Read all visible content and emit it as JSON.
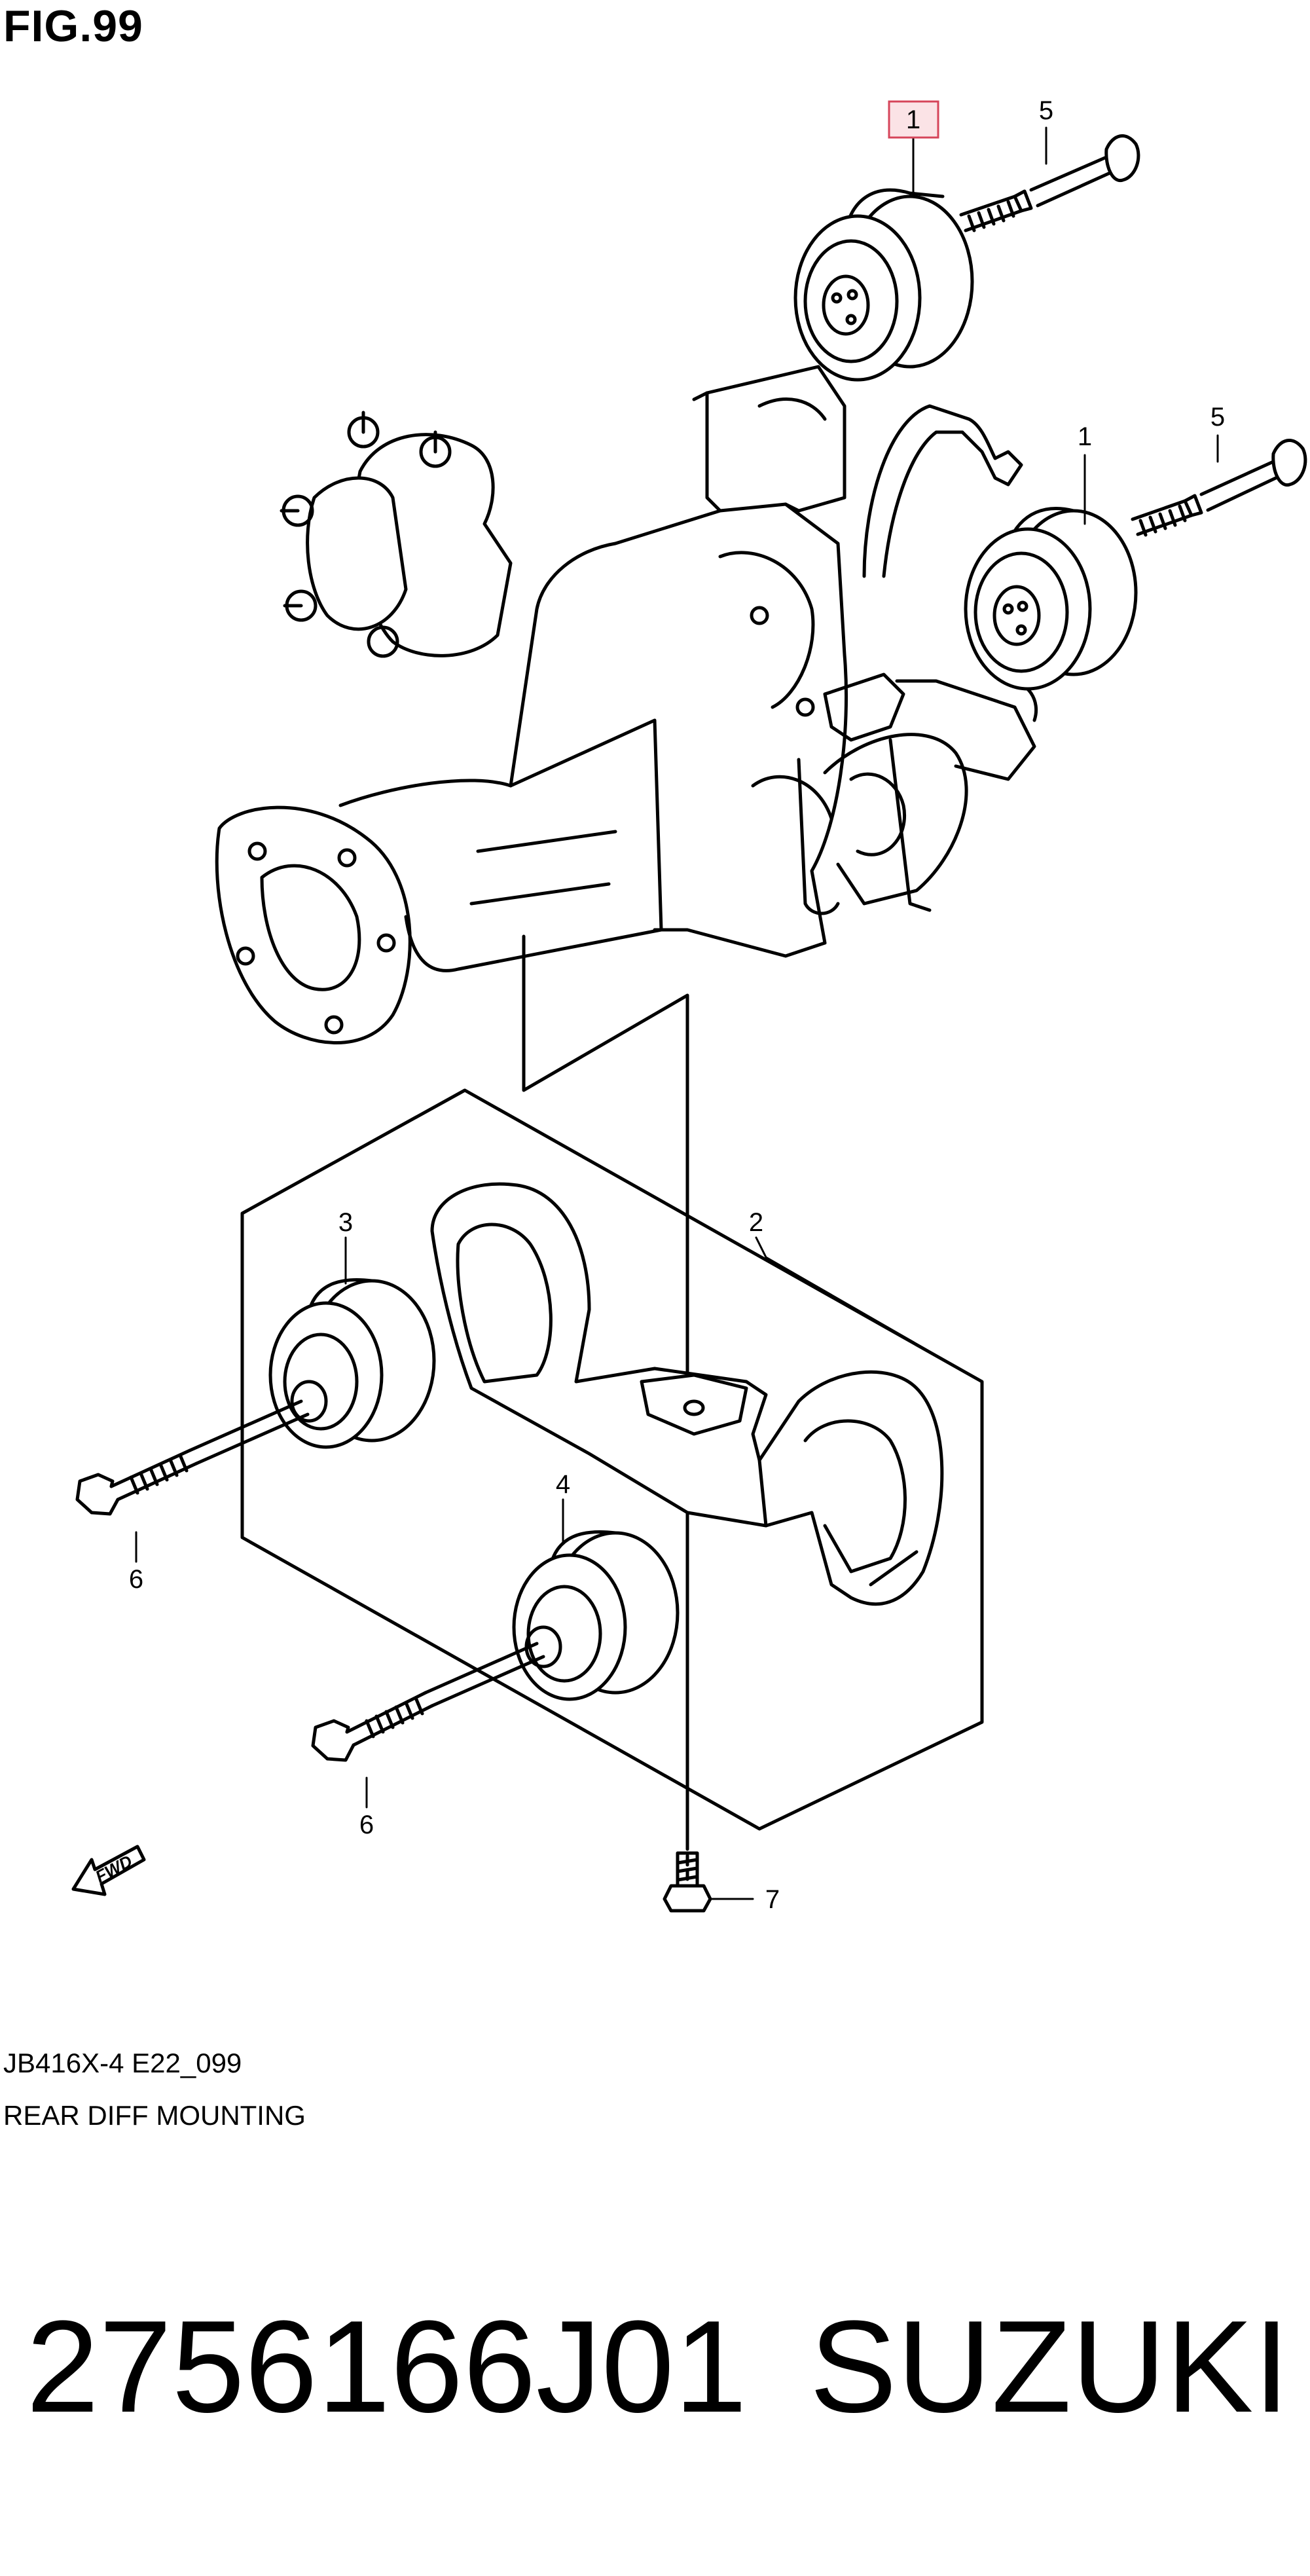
{
  "figure": {
    "title": "FIG.99",
    "model_code": "JB416X-4 E22_099",
    "caption": "REAR DIFF MOUNTING"
  },
  "callouts": [
    {
      "id": "callout-1-upper",
      "label": "1",
      "highlighted": true
    },
    {
      "id": "callout-5-upper",
      "label": "5"
    },
    {
      "id": "callout-1-lower",
      "label": "1"
    },
    {
      "id": "callout-5-lower",
      "label": "5"
    },
    {
      "id": "callout-2",
      "label": "2"
    },
    {
      "id": "callout-3",
      "label": "3"
    },
    {
      "id": "callout-4",
      "label": "4"
    },
    {
      "id": "callout-6-upper",
      "label": "6"
    },
    {
      "id": "callout-6-lower",
      "label": "6"
    },
    {
      "id": "callout-7",
      "label": "7"
    }
  ],
  "fwd_arrow": {
    "label": "FWD",
    "icon": "fwd-arrow-icon"
  },
  "part": {
    "number": "2756166J01",
    "brand": "SUZUKI"
  },
  "colors": {
    "line": "#000000",
    "highlight_fill": "#fbe3e6",
    "highlight_border": "#d6455a",
    "background": "#ffffff"
  }
}
